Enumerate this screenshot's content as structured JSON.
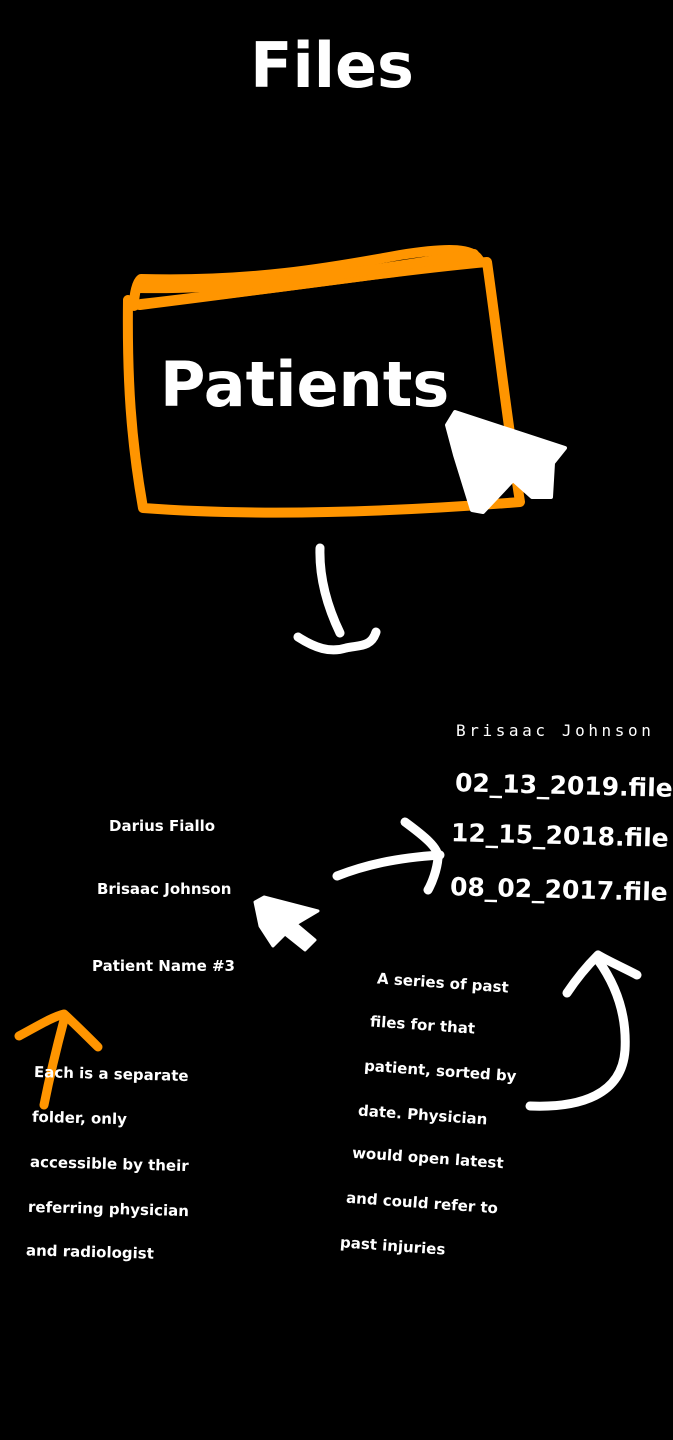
{
  "page": {
    "title": "Files",
    "background": "#000000",
    "accent": "#FF9500",
    "ink": "#FFFFFF"
  },
  "folder": {
    "label": "Patients",
    "icon": "folder-icon"
  },
  "patients": [
    {
      "label": "Darius Fiallo"
    },
    {
      "label": "Brisaac Johnson"
    },
    {
      "label": "Patient Name #3"
    }
  ],
  "files": {
    "header": "Brisaac Johnson",
    "items": [
      {
        "label": "02_13_2019.file"
      },
      {
        "label": "12_15_2018.file"
      },
      {
        "label": "08_02_2017.file"
      }
    ]
  },
  "notes": {
    "folders": [
      "Each is a separate",
      "folder, only",
      "accessible by their",
      "referring physician",
      "and radiologist"
    ],
    "files": [
      "A series of past",
      "files for that",
      "patient,  sorted by",
      "date.  Physician",
      "would open latest",
      "and could refer to",
      "past injuries"
    ]
  }
}
